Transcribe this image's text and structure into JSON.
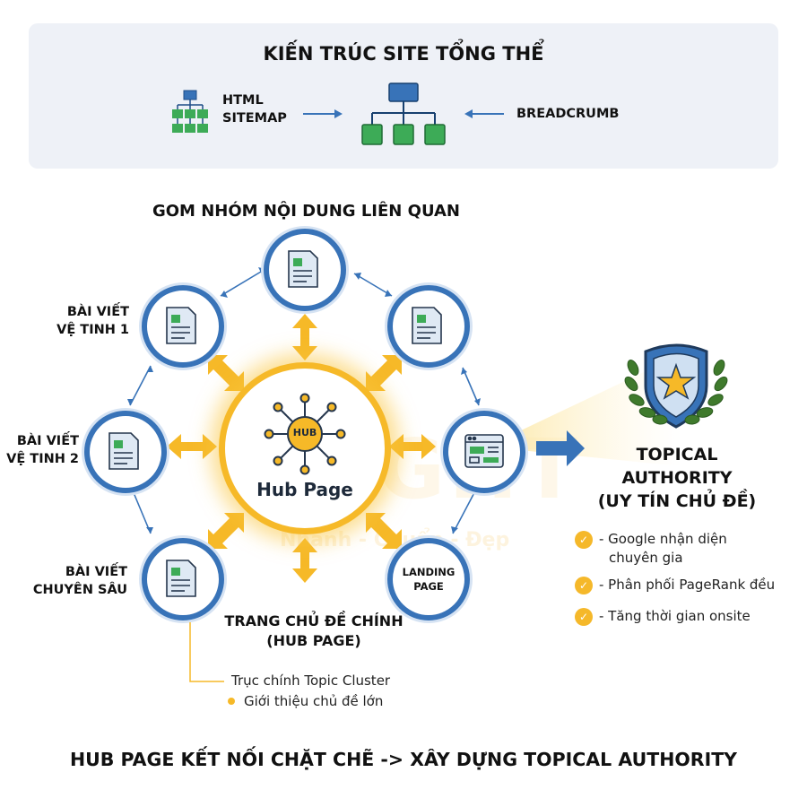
{
  "header": {
    "title": "KIẾN TRÚC SITE TỔNG THỂ",
    "sitemap_label_line1": "HTML",
    "sitemap_label_line2": "SITEMAP",
    "breadcrumb_label": "BREADCRUMB"
  },
  "cluster": {
    "title": "GOM NHÓM NỘI DUNG LIÊN QUAN",
    "hub_badge": "HUB",
    "hub_label": "Hub Page",
    "satellite1_line1": "BÀI VIẾT",
    "satellite1_line2": "VỆ TINH 1",
    "satellite2_line1": "BÀI VIẾT",
    "satellite2_line2": "VỆ TINH 2",
    "deep_line1": "BÀI VIẾT",
    "deep_line2": "CHUYÊN SÂU",
    "landing_line1": "LANDING",
    "landing_line2": "PAGE",
    "hub_caption_line1": "TRANG CHỦ ĐỀ CHÍNH",
    "hub_caption_line2": "(HUB PAGE)",
    "note1": "Trục chính Topic Cluster",
    "note2": "Giới thiệu chủ đề lớn"
  },
  "authority": {
    "title_line1": "TOPICAL",
    "title_line2": "AUTHORITY",
    "title_line3": "(UY TÍN CHỦ ĐỀ)",
    "benefits": [
      {
        "line1": "- Google nhận diện",
        "line2": "chuyên gia"
      },
      {
        "line1": "- Phân phối PageRank đều",
        "line2": ""
      },
      {
        "line1": "- Tăng thời gian onsite",
        "line2": ""
      }
    ]
  },
  "footer": {
    "tagline": "HUB PAGE KẾT NỐI CHẶT CHẼ -> XÂY DỰNG TOPICAL AUTHORITY"
  },
  "watermark": {
    "text": "LIGHT",
    "slogan": "Nhanh - Chuẩn - Đẹp"
  },
  "colors": {
    "node_blue": "#3873b8",
    "hub_yellow": "#f6b928",
    "doc_green": "#3dab57",
    "panel_bg": "#eef1f7"
  }
}
